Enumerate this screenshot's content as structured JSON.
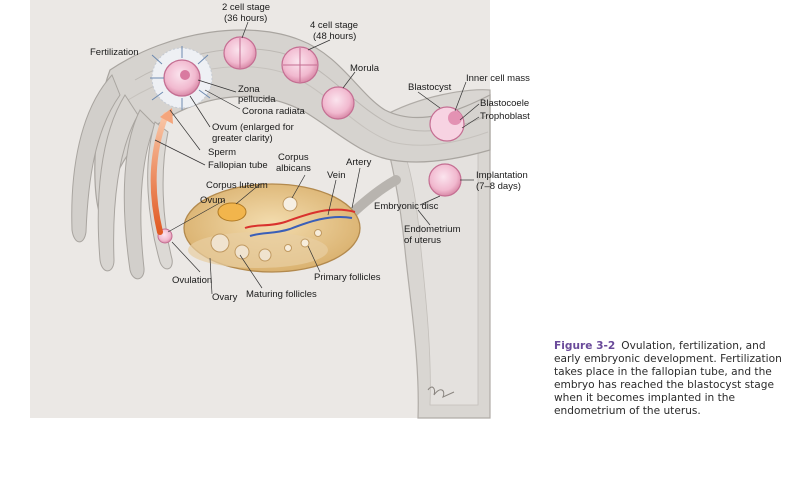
{
  "labels": {
    "two_cell_1": "2 cell stage",
    "two_cell_2": "(36 hours)",
    "four_cell_1": "4 cell stage",
    "four_cell_2": "(48 hours)",
    "fertilization": "Fertilization",
    "morula": "Morula",
    "blastocyst": "Blastocyst",
    "inner_cell_mass": "Inner cell mass",
    "blastocoele": "Blastocoele",
    "trophoblast": "Trophoblast",
    "zona_1": "Zona",
    "zona_2": "pellucida",
    "corona": "Corona radiata",
    "ovum_enl_1": "Ovum (enlarged for",
    "ovum_enl_2": "greater clarity)",
    "sperm": "Sperm",
    "fallopian": "Fallopian tube",
    "corpus_albicans_1": "Corpus",
    "corpus_albicans_2": "albicans",
    "artery": "Artery",
    "vein": "Vein",
    "corpus_luteum": "Corpus luteum",
    "ovum": "Ovum",
    "implantation_1": "Implantation",
    "implantation_2": "(7–8 days)",
    "embryonic_disc": "Embryonic disc",
    "endometrium_1": "Endometrium",
    "endometrium_2": "of uterus",
    "primary_follicles": "Primary follicles",
    "ovulation": "Ovulation",
    "ovary": "Ovary",
    "maturing_follicles": "Maturing follicles"
  },
  "caption": {
    "figure_number": "Figure 3-2",
    "text": "Ovulation, fertilization, and early embryonic development. Fertilization takes place in the fallopian tube, and the embryo has reached the blastocyst stage when it becomes implanted in the endometrium of the uterus."
  },
  "colors": {
    "panel": "#ebe8e5",
    "tube": "#d6d3cf",
    "tube_edge": "#a9a5a0",
    "ovary": "#e8c98e",
    "cell_pink": "#e9a3bf",
    "arrow": "#e8733a",
    "caption_accent": "#6a4a9a"
  }
}
